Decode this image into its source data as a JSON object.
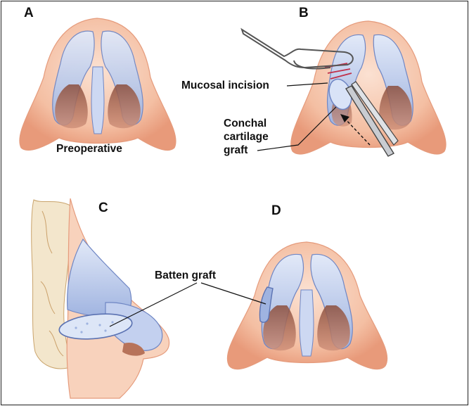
{
  "panels": {
    "a": {
      "letter": "A",
      "caption": "Preoperative"
    },
    "b": {
      "letter": "B",
      "mucosal_label": "Mucosal incision",
      "graft_label_lines": [
        "Conchal",
        "cartilage",
        "graft"
      ]
    },
    "c": {
      "letter": "C"
    },
    "d": {
      "letter": "D"
    }
  },
  "shared_label": "Batten graft",
  "colors": {
    "skin": "#f6c9b0",
    "skin_dark": "#e59b7c",
    "cartilage": "#a8b9e3",
    "cartilage_light": "#d9e3f7",
    "nostril": "#b7735a",
    "line": "#111111",
    "suture": "#c0304a"
  }
}
